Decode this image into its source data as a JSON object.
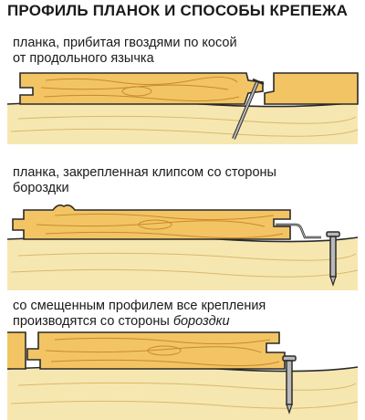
{
  "title": "ПРОФИЛЬ ПЛАНОК И СПОСОБЫ КРЕПЕЖА",
  "methods": [
    {
      "line1": "планка, прибитая гвоздями по косой",
      "line2": "от продольного язычка"
    },
    {
      "line1": "планка, закрепленная клипсом со стороны",
      "line2": "бороздки"
    },
    {
      "line1": "со смещенным профилем все крепления",
      "line2_prefix": "производятся со стороны ",
      "line2_italic": "бороздки"
    }
  ],
  "colors": {
    "wood": "#f2c464",
    "wood_grain": "#c98a2b",
    "base": "#f6e7b0",
    "outline": "#2a2a2a",
    "nail": "#b9b9b9"
  }
}
